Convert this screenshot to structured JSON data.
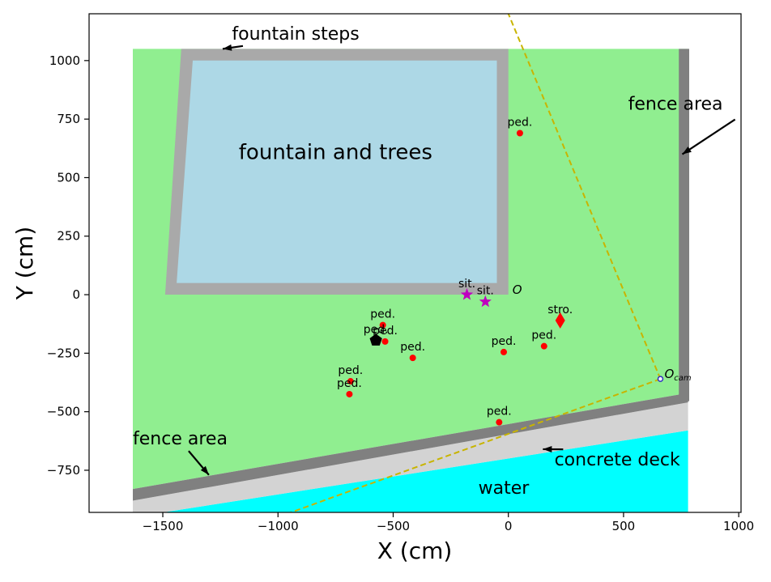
{
  "chart_data": {
    "type": "scatter",
    "title": "",
    "xlabel": "X (cm)",
    "ylabel": "Y (cm)",
    "xlim": [
      -1820,
      1010
    ],
    "ylim": [
      -930,
      1200
    ],
    "xticks": [
      -1500,
      -1000,
      -500,
      0,
      500,
      1000
    ],
    "yticks": [
      -750,
      -500,
      -250,
      0,
      250,
      500,
      750,
      1000
    ],
    "xtick_labels": [
      "−1500",
      "−1000",
      "−500",
      "0",
      "500",
      "1000"
    ],
    "ytick_labels": [
      "−750",
      "−500",
      "−250",
      "0",
      "250",
      "500",
      "750",
      "1000"
    ],
    "grid": false,
    "regions": [
      {
        "name": "grass",
        "color": "#90ee90",
        "polygon": [
          [
            -1630,
            1050
          ],
          [
            780,
            1050
          ],
          [
            780,
            -420
          ],
          [
            -1630,
            -830
          ]
        ]
      },
      {
        "name": "water",
        "color": "#00ffff",
        "polygon": [
          [
            -1630,
            -950
          ],
          [
            780,
            -580
          ],
          [
            780,
            -950
          ]
        ]
      },
      {
        "name": "concrete-deck",
        "color": "#d3d3d3",
        "polygon": [
          [
            -1630,
            -880
          ],
          [
            780,
            -460
          ],
          [
            780,
            -580
          ],
          [
            -1630,
            -950
          ]
        ]
      },
      {
        "name": "fence-bottom",
        "color": "#808080",
        "polygon": [
          [
            -1630,
            -830
          ],
          [
            780,
            -420
          ],
          [
            780,
            -460
          ],
          [
            -1630,
            -880
          ]
        ]
      },
      {
        "name": "fence-right",
        "color": "#808080",
        "polygon": [
          [
            740,
            1050
          ],
          [
            785,
            1050
          ],
          [
            785,
            -455
          ],
          [
            740,
            -455
          ]
        ]
      },
      {
        "name": "fountain-steps",
        "color": "#a9a9a9",
        "polygon": [
          [
            -1420,
            1050
          ],
          [
            0,
            1050
          ],
          [
            0,
            0
          ],
          [
            -1490,
            0
          ]
        ]
      },
      {
        "name": "fountain-and-trees",
        "color": "#add8e6",
        "polygon": [
          [
            -1370,
            1000
          ],
          [
            -50,
            1000
          ],
          [
            -50,
            50
          ],
          [
            -1440,
            50
          ]
        ]
      }
    ],
    "region_labels": [
      {
        "text": "fountain and trees",
        "x": -750,
        "y": 580,
        "size": "large"
      },
      {
        "text": "water",
        "x": -20,
        "y": -850,
        "size": "medium"
      }
    ],
    "annotations": [
      {
        "text": "fountain steps",
        "text_x": -1200,
        "text_y": 1090,
        "arrow_x": -1240,
        "arrow_y": 1050
      },
      {
        "text": "fence area",
        "text_x": 520,
        "text_y": 790,
        "arrow_x": 755,
        "arrow_y": 600
      },
      {
        "text": "fence area",
        "text_x": -1630,
        "text_y": -640,
        "arrow_x": -1300,
        "arrow_y": -770
      },
      {
        "text": "concrete deck",
        "text_x": 200,
        "text_y": -730,
        "arrow_x": 150,
        "arrow_y": -660
      }
    ],
    "camera_fov": {
      "origin": [
        660,
        -360
      ],
      "color": "#c8b400",
      "rays": [
        [
          0,
          1200
        ],
        [
          -1000,
          -950
        ]
      ]
    },
    "series": [
      {
        "name": "ped.",
        "marker": "circle",
        "color": "#ff0000",
        "points": [
          {
            "x": 50,
            "y": 690,
            "label": "ped."
          },
          {
            "x": -545,
            "y": -130,
            "label": "ped."
          },
          {
            "x": -535,
            "y": -200,
            "label": "ped."
          },
          {
            "x": -415,
            "y": -270,
            "label": "ped."
          },
          {
            "x": -20,
            "y": -245,
            "label": "ped."
          },
          {
            "x": 155,
            "y": -220,
            "label": "ped."
          },
          {
            "x": -685,
            "y": -370,
            "label": "ped."
          },
          {
            "x": -690,
            "y": -425,
            "label": "ped."
          },
          {
            "x": -40,
            "y": -545,
            "label": "ped."
          }
        ]
      },
      {
        "name": "sit.",
        "marker": "star",
        "color": "#bf00bf",
        "points": [
          {
            "x": -180,
            "y": 0,
            "label": "sit."
          },
          {
            "x": -100,
            "y": -30,
            "label": "sit."
          }
        ]
      },
      {
        "name": "stro.",
        "marker": "diamond",
        "color": "#ff0000",
        "points": [
          {
            "x": 225,
            "y": -110,
            "label": "stro."
          }
        ]
      },
      {
        "name": "",
        "marker": "pentagon",
        "color": "#000000",
        "points": [
          {
            "x": -575,
            "y": -195,
            "label": "ped."
          }
        ]
      }
    ],
    "reference_points": [
      {
        "text": "O",
        "x": 0,
        "y": 0
      },
      {
        "text": "O",
        "subscript": "cam",
        "x": 660,
        "y": -360
      }
    ]
  }
}
